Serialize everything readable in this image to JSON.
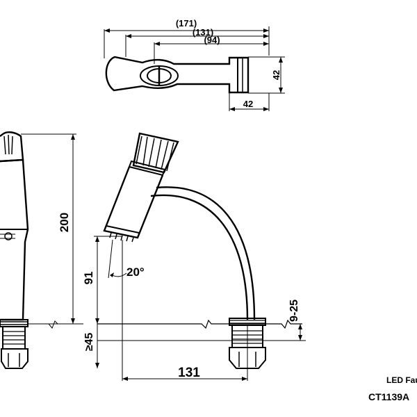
{
  "top_view": {
    "dim_overall": "(171)",
    "dim_mid": "(131)",
    "dim_inner": "(94)",
    "dim_height": "42",
    "dim_base_width": "42"
  },
  "front_view": {
    "dim_height": "200"
  },
  "side_view": {
    "dim_spout_height": "91",
    "dim_angle": "20°",
    "dim_reach": "131",
    "dim_thread": "9-25",
    "dim_deck_max": "≥45"
  },
  "title_block": {
    "name": "LED Fau",
    "model": "CT1139A"
  }
}
